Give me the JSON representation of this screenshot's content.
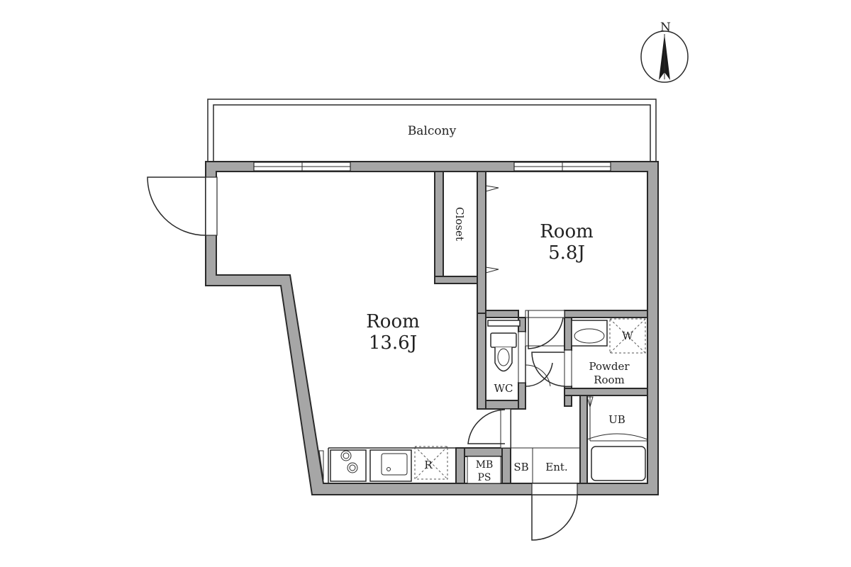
{
  "compass": {
    "label": "N",
    "icon": "north-arrow-icon"
  },
  "rooms": {
    "balcony": "Balcony",
    "closet": "Closet",
    "main_room": {
      "name": "Room",
      "size": "13.6J"
    },
    "bedroom": {
      "name": "Room",
      "size": "5.8J"
    },
    "wc": "WC",
    "powder_room": {
      "line1": "Powder",
      "line2": "Room"
    },
    "washer": "W",
    "unit_bath": "UB",
    "refrigerator": "R",
    "meter_box": {
      "line1": "MB",
      "line2": "PS"
    },
    "shoe_box": "SB",
    "entrance": "Ent."
  },
  "colors": {
    "wall_fill": "#a6a6a6",
    "line": "#2a2a2a",
    "background": "#ffffff"
  }
}
